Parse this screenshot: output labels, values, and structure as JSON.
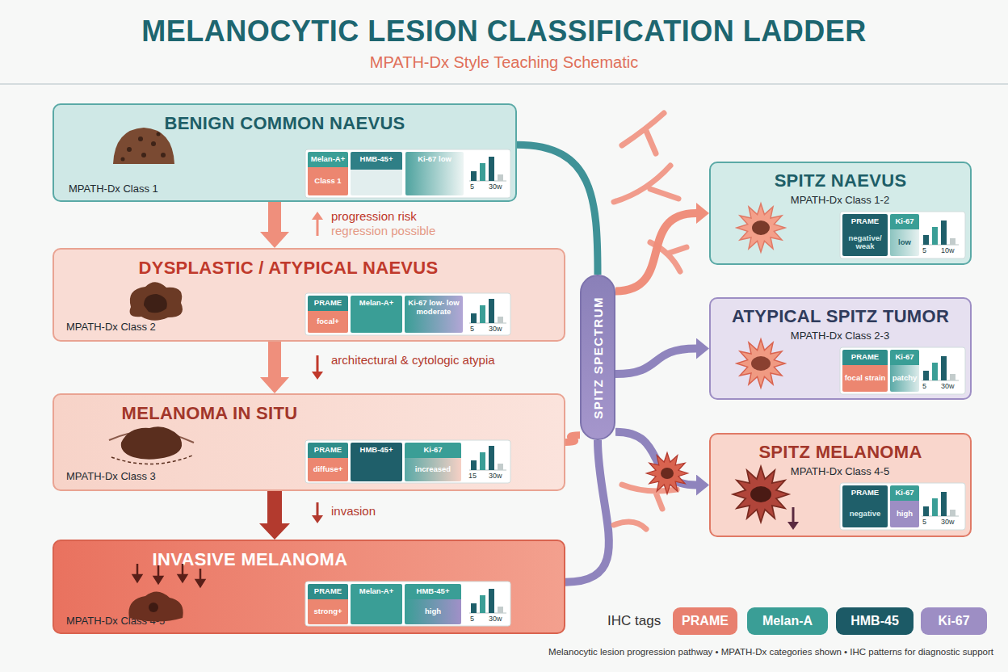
{
  "diagram": {
    "title": "MELANOCYTIC LESION CLASSIFICATION LADDER",
    "caption": "Melanocytic lesion progression pathway • MPATH-Dx categories shown • IHC patterns for diagnostic support",
    "nodes": [
      {
        "text": [
          "BENIGN COMMON NAEVUS",
          "MPATH-Dx Class 1"
        ]
      },
      {
        "text": [
          "Melan-A+",
          "Class 1"
        ],
        "in": 0
      },
      {
        "text": [
          "HMB-45+"
        ],
        "in": 0
      },
      {
        "text": [
          "Ki-67 low"
        ],
        "in": 0
      },
      {
        "text": [
          "DYSPLASTIC / ATYPICAL NAEVUS",
          "MPATH-Dx Class 2"
        ]
      },
      {
        "text": [
          "PRAME",
          "focal+"
        ],
        "in": 4
      },
      {
        "text": [
          "Melan-A+"
        ],
        "in": 4
      },
      {
        "text": [
          "Ki-67 low- low moderate"
        ],
        "in": 4
      },
      {
        "text": [
          "MELANOMA IN SITU",
          "MPATH-Dx Class 3"
        ]
      },
      {
        "text": [
          "PRAME",
          "diffuse+"
        ],
        "in": 8
      },
      {
        "text": [
          "HMB-45+"
        ],
        "in": 8
      },
      {
        "text": [
          "Ki-67",
          "increased"
        ],
        "in": 8
      },
      {
        "text": [
          "INVASIVE MELANOMA",
          "MPATH-Dx Class 4-5"
        ]
      },
      {
        "text": [
          "PRAME",
          "strong+"
        ],
        "in": 12
      },
      {
        "text": [
          "Melan-A+"
        ],
        "in": 12
      },
      {
        "text": [
          "HMB-45+",
          "high"
        ],
        "in": 12
      },
      {
        "text": [
          "SPITZ SPECTRUM"
        ]
      },
      {
        "text": [
          "SPITZ NAEVUS",
          "MPATH-Dx Class 1-2"
        ]
      },
      {
        "text": [
          "PRAME",
          "negative/ weak"
        ],
        "in": 17
      },
      {
        "text": [
          "Ki-67",
          "low"
        ],
        "in": 17
      },
      {
        "text": [
          "ATYPICAL SPITZ TUMOR",
          "MPATH-Dx Class 2-3"
        ]
      },
      {
        "text": [
          "PRAME",
          "focal strain"
        ],
        "in": 20
      },
      {
        "text": [
          "Ki-67",
          "patchy"
        ],
        "in": 20
      },
      {
        "text": [
          "SPITZ MELANOMA",
          "MPATH-Dx Class 4-5"
        ]
      },
      {
        "text": [
          "PRAME",
          "negative"
        ],
        "in": 23
      },
      {
        "text": [
          "Ki-67",
          "high"
        ],
        "in": 23
      }
    ],
    "edges": [
      {
        "from": 0,
        "to": 4,
        "label": "progression risk",
        "arrow": "to"
      },
      {
        "from": 4,
        "to": 8,
        "label": "architectural & cytologic atypia",
        "arrow": "to"
      },
      {
        "from": 8,
        "to": 12,
        "label": "invasion",
        "arrow": "to"
      },
      {
        "from": 0,
        "to": 16,
        "arrow": "none"
      },
      {
        "from": 8,
        "to": 16,
        "arrow": "none"
      },
      {
        "from": 12,
        "to": 16,
        "arrow": "none"
      },
      {
        "from": 16,
        "to": 17,
        "arrow": "to"
      },
      {
        "from": 16,
        "to": 20,
        "arrow": "to"
      },
      {
        "from": 16,
        "to": 23,
        "arrow": "to"
      }
    ],
    "labels": [
      "MPATH-Dx Style Teaching Schematic",
      "regression possible",
      "5",
      "30w",
      "5",
      "30w",
      "15",
      "30w",
      "5",
      "30w",
      "5",
      "10w",
      "5",
      "30w",
      "5",
      "30w",
      "IHC tags"
    ],
    "legend": [
      {
        "text": "PRAME",
        "color": "#e8806f"
      },
      {
        "text": "Melan-A",
        "color": "#3a9e96"
      },
      {
        "text": "HMB-45",
        "color": "#1c5a66"
      },
      {
        "text": "Ki-67",
        "color": "#9d8ec4"
      }
    ]
  }
}
